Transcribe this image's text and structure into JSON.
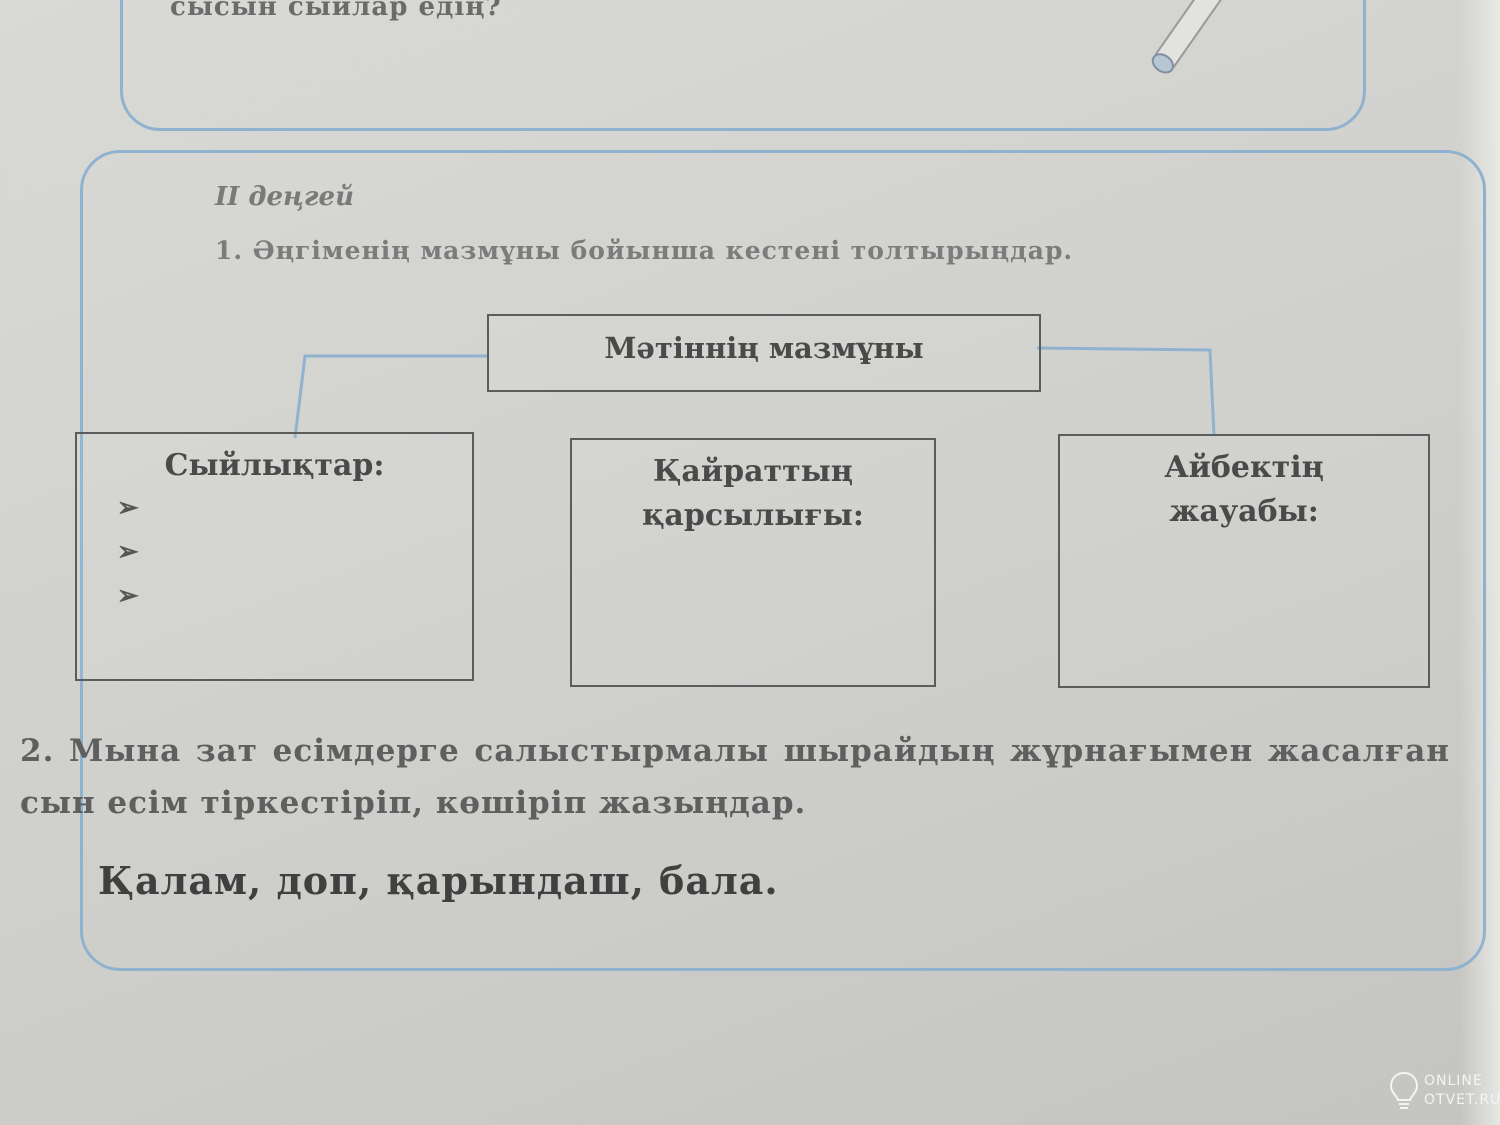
{
  "top_section": {
    "question_tail": "сысын сыйлар едің?"
  },
  "level": "ІІ деңгей",
  "task1": {
    "instruction": "1. Әңгіменің мазмұны бойынша кестені толтырыңдар.",
    "diagram": {
      "root": "Мәтіннің мазмұны",
      "children": [
        {
          "line1": "Сыйлықтар:",
          "line2": ""
        },
        {
          "line1": "Қайраттың",
          "line2": "қарсылығы:"
        },
        {
          "line1": "Айбектің",
          "line2": "жауабы:"
        }
      ],
      "bullet_glyph": "➢"
    }
  },
  "task2": {
    "instruction": "2. Мына зат есімдерге салыстырмалы шырайдың жұрнағымен жасалған сын есім тіркестіріп, көшіріп жазыңдар.",
    "words": "Қалам, доп, қарындаш, бала."
  },
  "watermark": {
    "line1": "ONLINE",
    "line2": "OTVET.RU"
  },
  "colors": {
    "frame": "#8fb3cf",
    "text": "#3a3a3a"
  }
}
